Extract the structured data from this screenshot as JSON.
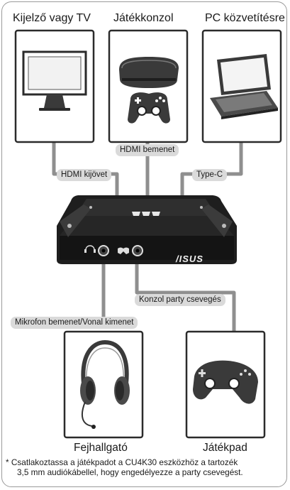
{
  "devices": {
    "display_title": "Kijelző vagy TV",
    "console_title": "Játékkonzol",
    "pc_title": "PC közvetítésre",
    "headphones_caption": "Fejhallgató",
    "gamepad_caption": "Játékpad"
  },
  "connections": {
    "hdmi_out": "HDMI kijövet",
    "hdmi_in": "HDMI bemenet",
    "type_c": "Type-C",
    "party_chat": "Konzol party csevegés",
    "mic_line": "Mikrofon bemenet/Vonal kimenet"
  },
  "device_brand": "/ISUS",
  "footnote": {
    "line1": "* Csatlakoztassa a játékpadot a CU4K30 eszközhöz a tartozék",
    "line2": "3,5 mm audiókábellel, hogy engedélyezze a party csevegést."
  },
  "colors": {
    "cable": "#8f8f8f",
    "pill": "#dadada",
    "frame": "#9a9a9a",
    "device": "#2b2b2b"
  }
}
